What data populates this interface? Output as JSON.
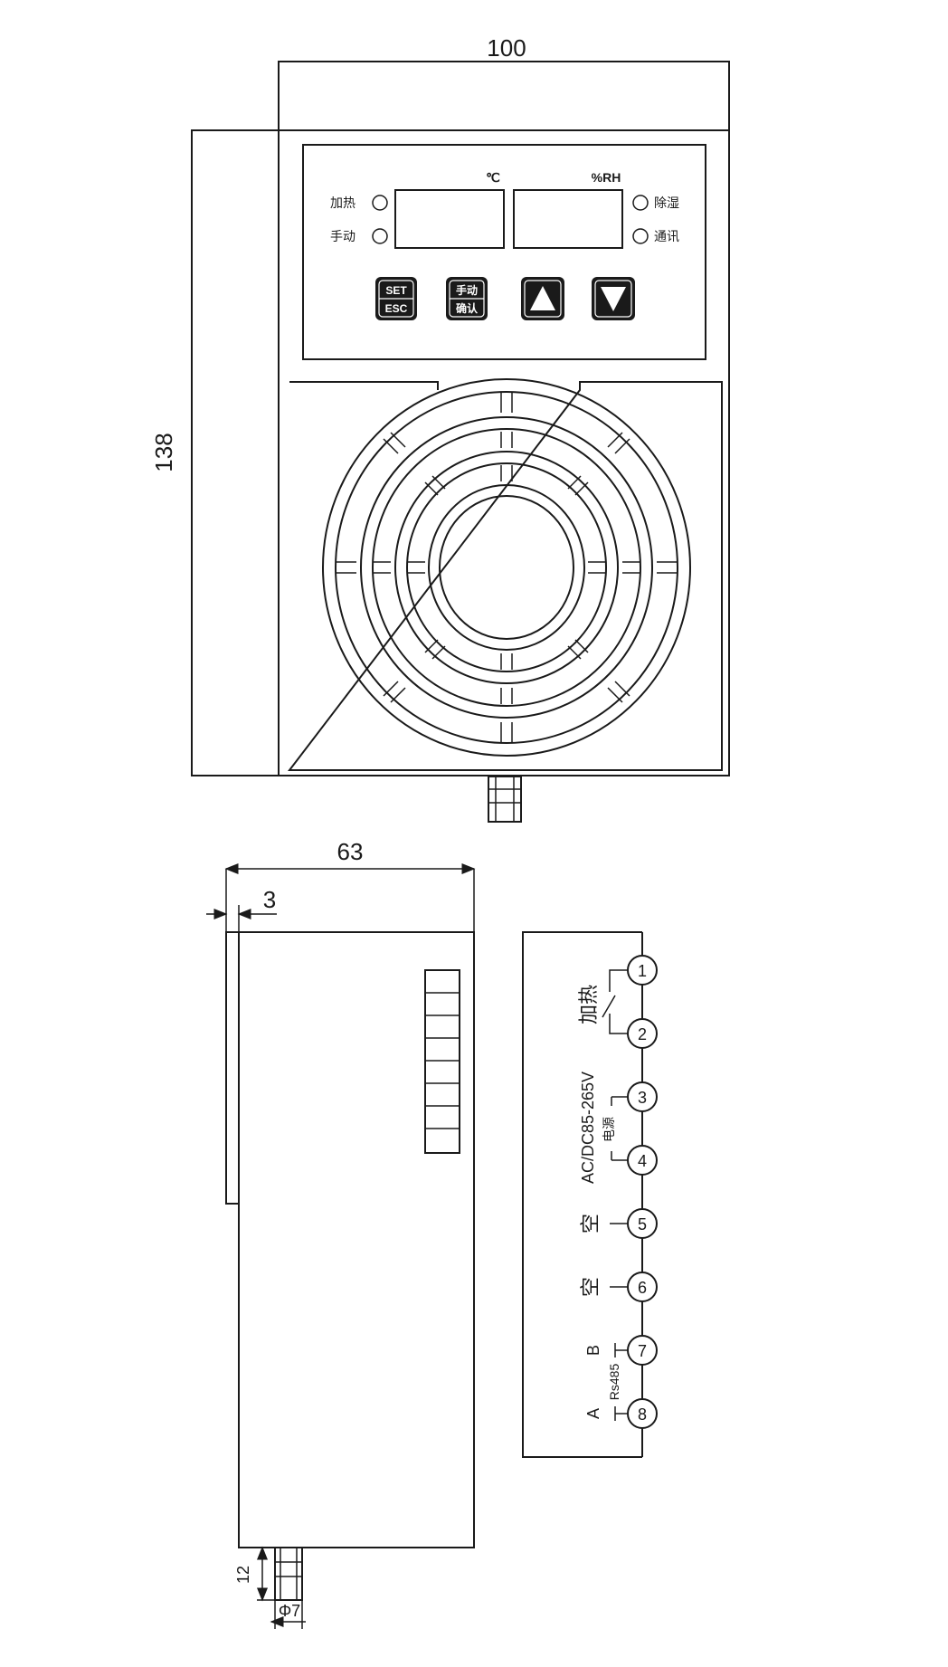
{
  "dimensions": {
    "front_width": "100",
    "front_height": "138",
    "side_depth": "63",
    "panel_thickness": "3",
    "nozzle_length": "12",
    "nozzle_diameter": "Φ7"
  },
  "front_panel": {
    "unit_temp": "℃",
    "unit_humidity": "%RH",
    "indicators": {
      "heat": "加热",
      "manual": "手动",
      "dehumidify": "除湿",
      "comm": "通讯"
    },
    "buttons": {
      "set_top": "SET",
      "set_bottom": "ESC",
      "manual_top": "手动",
      "manual_bottom": "确认"
    }
  },
  "wiring": {
    "pins": [
      "1",
      "2",
      "3",
      "4",
      "5",
      "6",
      "7",
      "8"
    ],
    "labels": {
      "heat": "加热",
      "power_voltage": "AC/DC85-265V",
      "power": "电源",
      "empty_5": "空",
      "empty_6": "空",
      "b": "B",
      "rs485": "Rs485",
      "a": "A"
    }
  }
}
